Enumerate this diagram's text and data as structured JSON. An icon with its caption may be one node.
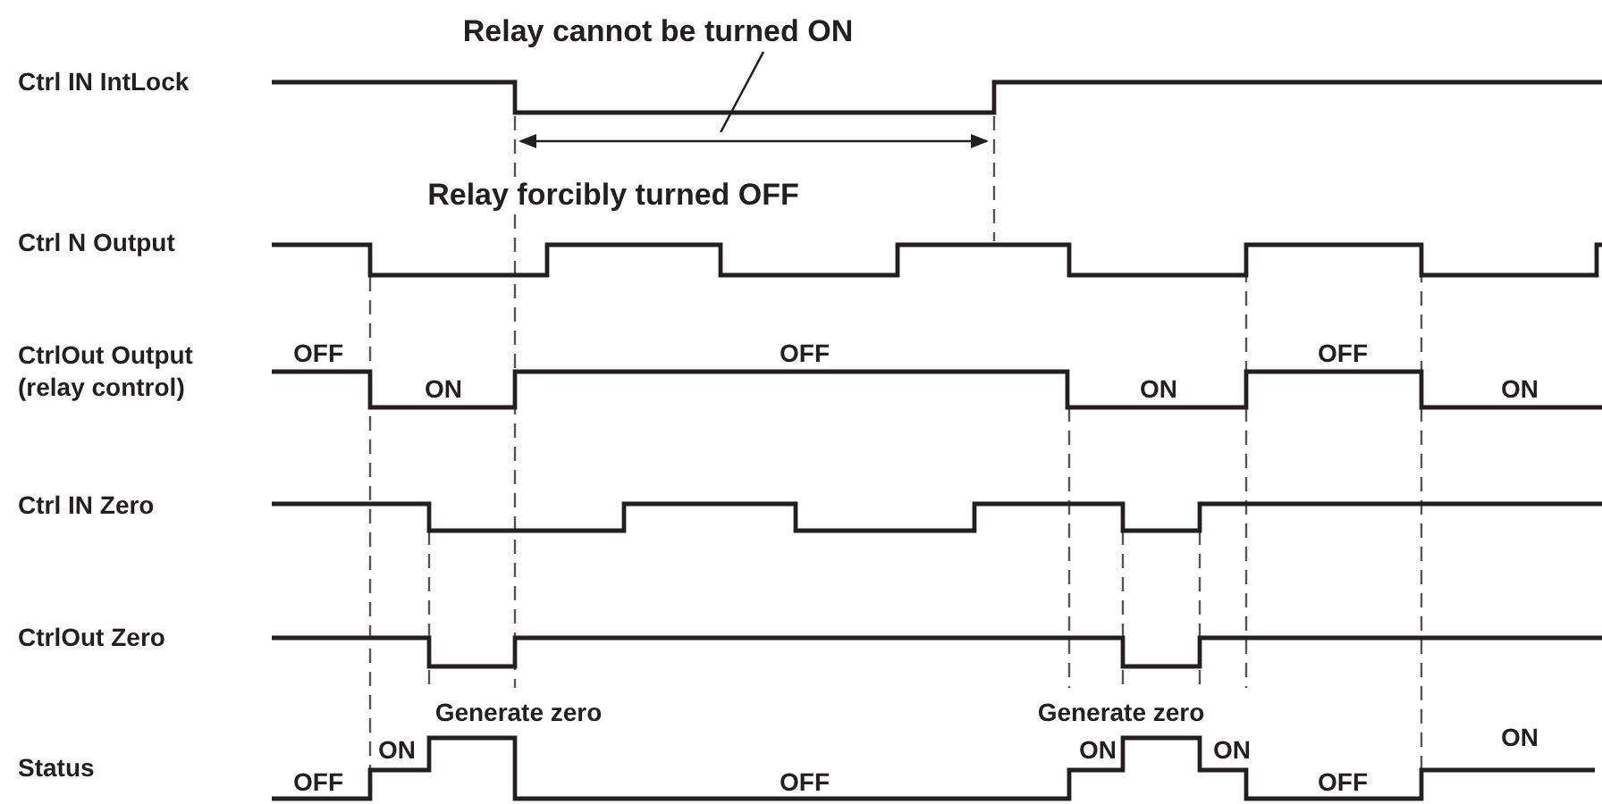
{
  "diagram": {
    "nodes": [
      {
        "text": [
          "Relay cannot be turned ON"
        ]
      },
      {
        "text": [],
        "shape": "arrow"
      }
    ],
    "edges": [
      {
        "from": 0,
        "to": 1,
        "arrow": "none"
      }
    ],
    "labels": [
      "Ctrl IN IntLock",
      "Relay forcibly turned OFF",
      "Ctrl N Output",
      "CtrlOut Output (relay control)",
      "OFF",
      "OFF",
      "OFF",
      "ON",
      "ON",
      "ON",
      "Ctrl IN Zero",
      "CtrlOut Zero",
      "Generate zero",
      "Generate zero",
      "ON",
      "ON",
      "ON",
      "ON",
      "Status",
      "OFF",
      "OFF",
      "OFF"
    ]
  }
}
